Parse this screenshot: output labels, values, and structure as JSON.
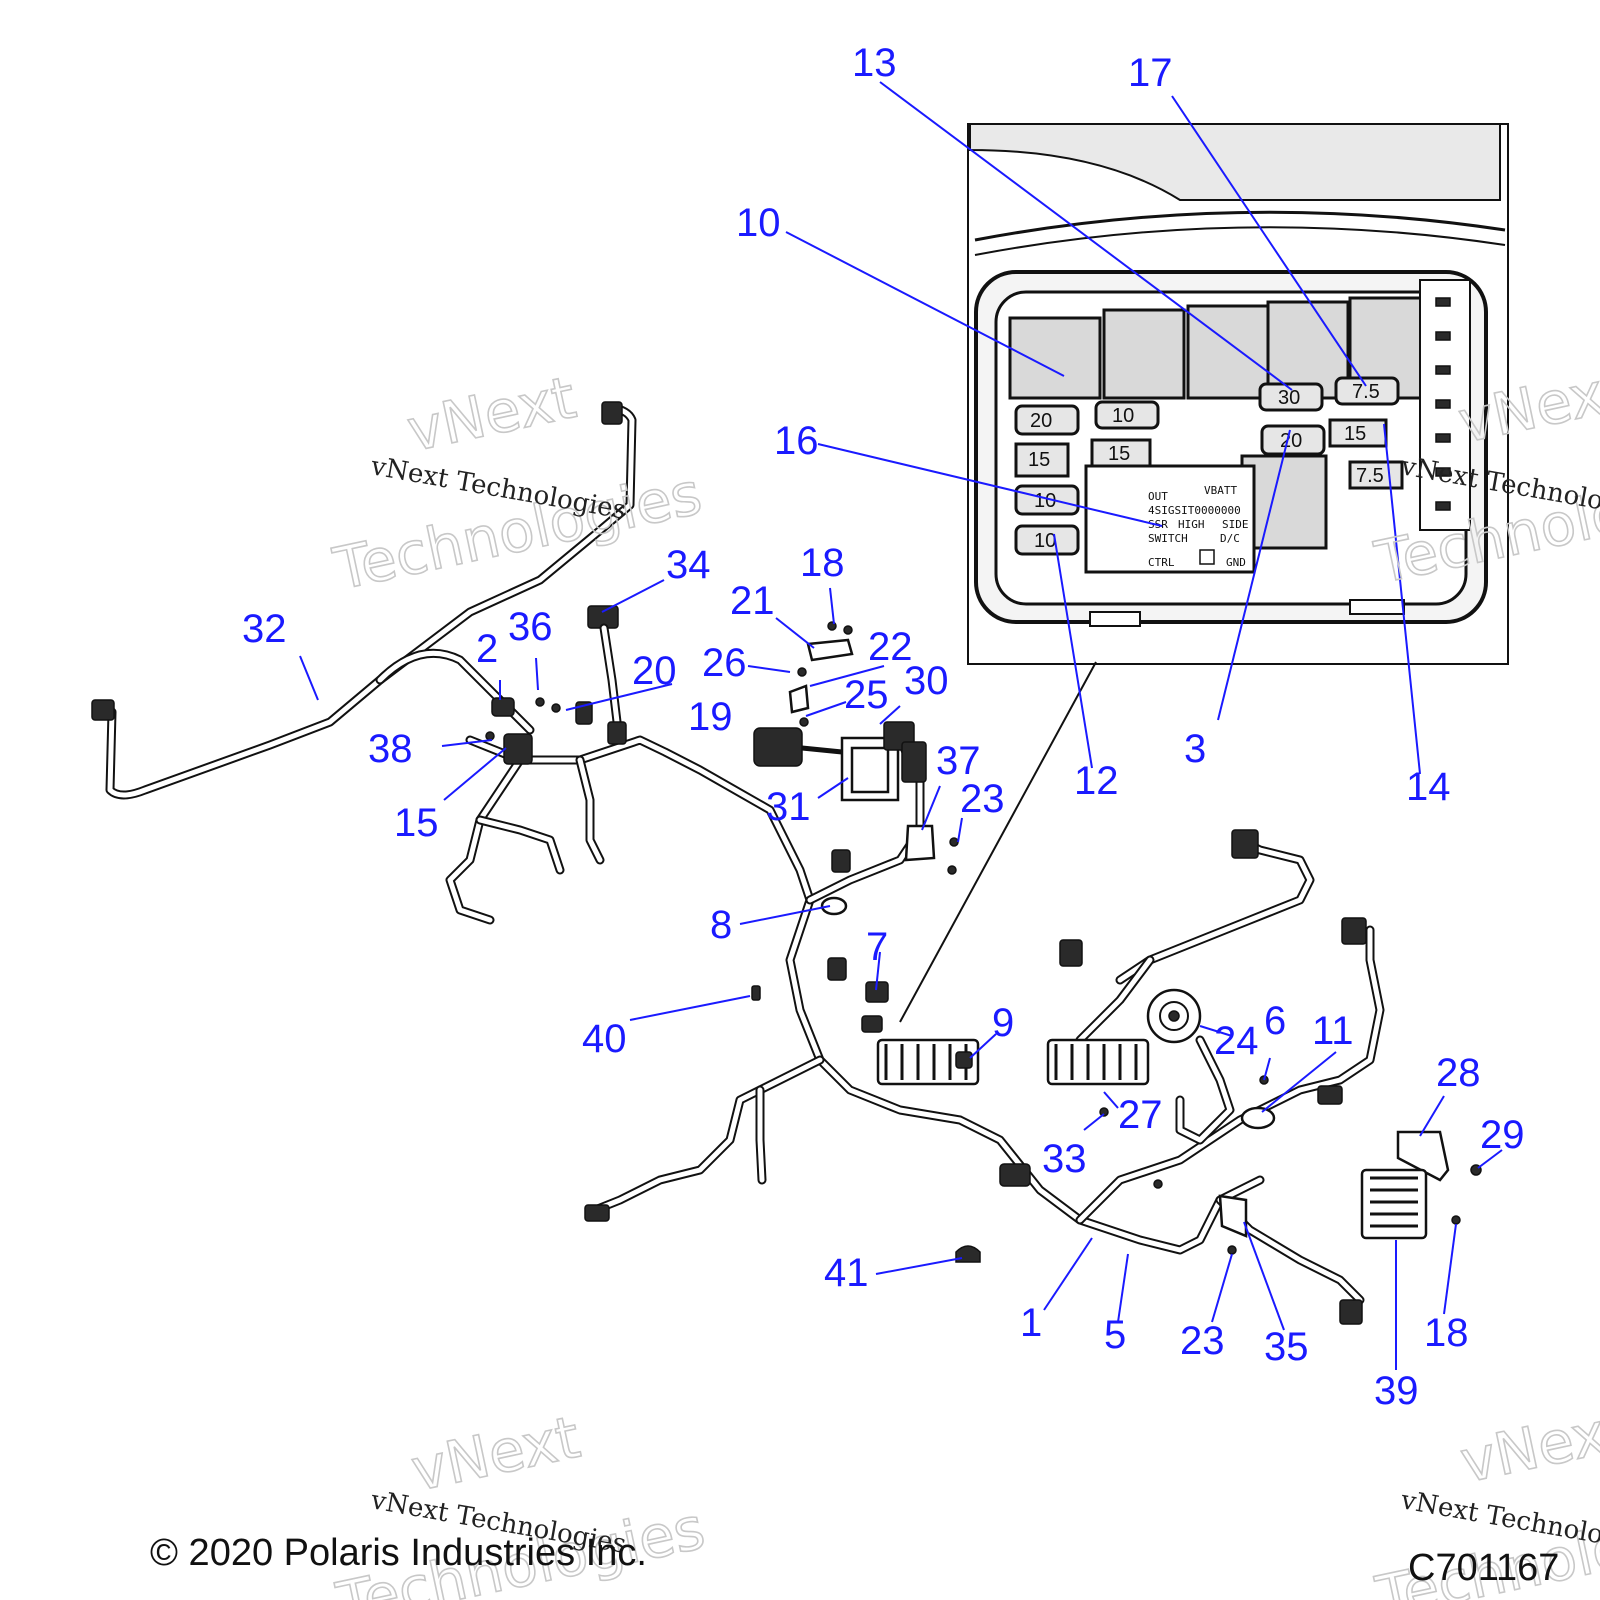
{
  "callouts": [
    {
      "id": "c13",
      "label": "13"
    },
    {
      "id": "c17",
      "label": "17"
    },
    {
      "id": "c10",
      "label": "10"
    },
    {
      "id": "c16",
      "label": "16"
    },
    {
      "id": "c34",
      "label": "34"
    },
    {
      "id": "c18a",
      "label": "18"
    },
    {
      "id": "c32",
      "label": "32"
    },
    {
      "id": "c36",
      "label": "36"
    },
    {
      "id": "c2",
      "label": "2"
    },
    {
      "id": "c21",
      "label": "21"
    },
    {
      "id": "c22",
      "label": "22"
    },
    {
      "id": "c20",
      "label": "20"
    },
    {
      "id": "c26",
      "label": "26"
    },
    {
      "id": "c25",
      "label": "25"
    },
    {
      "id": "c30",
      "label": "30"
    },
    {
      "id": "c19",
      "label": "19"
    },
    {
      "id": "c38",
      "label": "38"
    },
    {
      "id": "c37",
      "label": "37"
    },
    {
      "id": "c3",
      "label": "3"
    },
    {
      "id": "c12",
      "label": "12"
    },
    {
      "id": "c14",
      "label": "14"
    },
    {
      "id": "c31",
      "label": "31"
    },
    {
      "id": "c23a",
      "label": "23"
    },
    {
      "id": "c15",
      "label": "15"
    },
    {
      "id": "c8",
      "label": "8"
    },
    {
      "id": "c7",
      "label": "7"
    },
    {
      "id": "c40",
      "label": "40"
    },
    {
      "id": "c9",
      "label": "9"
    },
    {
      "id": "c6",
      "label": "6"
    },
    {
      "id": "c11",
      "label": "11"
    },
    {
      "id": "c24",
      "label": "24"
    },
    {
      "id": "c28",
      "label": "28"
    },
    {
      "id": "c27",
      "label": "27"
    },
    {
      "id": "c29",
      "label": "29"
    },
    {
      "id": "c33",
      "label": "33"
    },
    {
      "id": "c41",
      "label": "41"
    },
    {
      "id": "c1",
      "label": "1"
    },
    {
      "id": "c5",
      "label": "5"
    },
    {
      "id": "c23b",
      "label": "23"
    },
    {
      "id": "c35",
      "label": "35"
    },
    {
      "id": "c18b",
      "label": "18"
    },
    {
      "id": "c39",
      "label": "39"
    }
  ],
  "fuse_box": {
    "fuses": [
      "20",
      "10",
      "15",
      "15",
      "10",
      "10",
      "30",
      "20",
      "7.5",
      "15",
      "7.5"
    ],
    "module_text": {
      "out": "OUT",
      "vbatt": "VBATT",
      "line2": "4SIGSIT0000000",
      "line3a": "SSR",
      "line3b": "HIGH",
      "line3c": "SIDE",
      "line4a": "SWITCH",
      "line4b": "D/C",
      "ctrl": "CTRL",
      "gnd": "GND"
    }
  },
  "watermarks": {
    "company": "vNext Technologies",
    "big_line1": "vNext",
    "big_line2": "Technologies"
  },
  "footer": {
    "copyright": "© 2020 Polaris Industries Inc.",
    "figure_code": "C701167"
  },
  "colors": {
    "callout": "#1a1aff",
    "line_art": "#111111",
    "relay_fill": "#d9d9d9"
  }
}
